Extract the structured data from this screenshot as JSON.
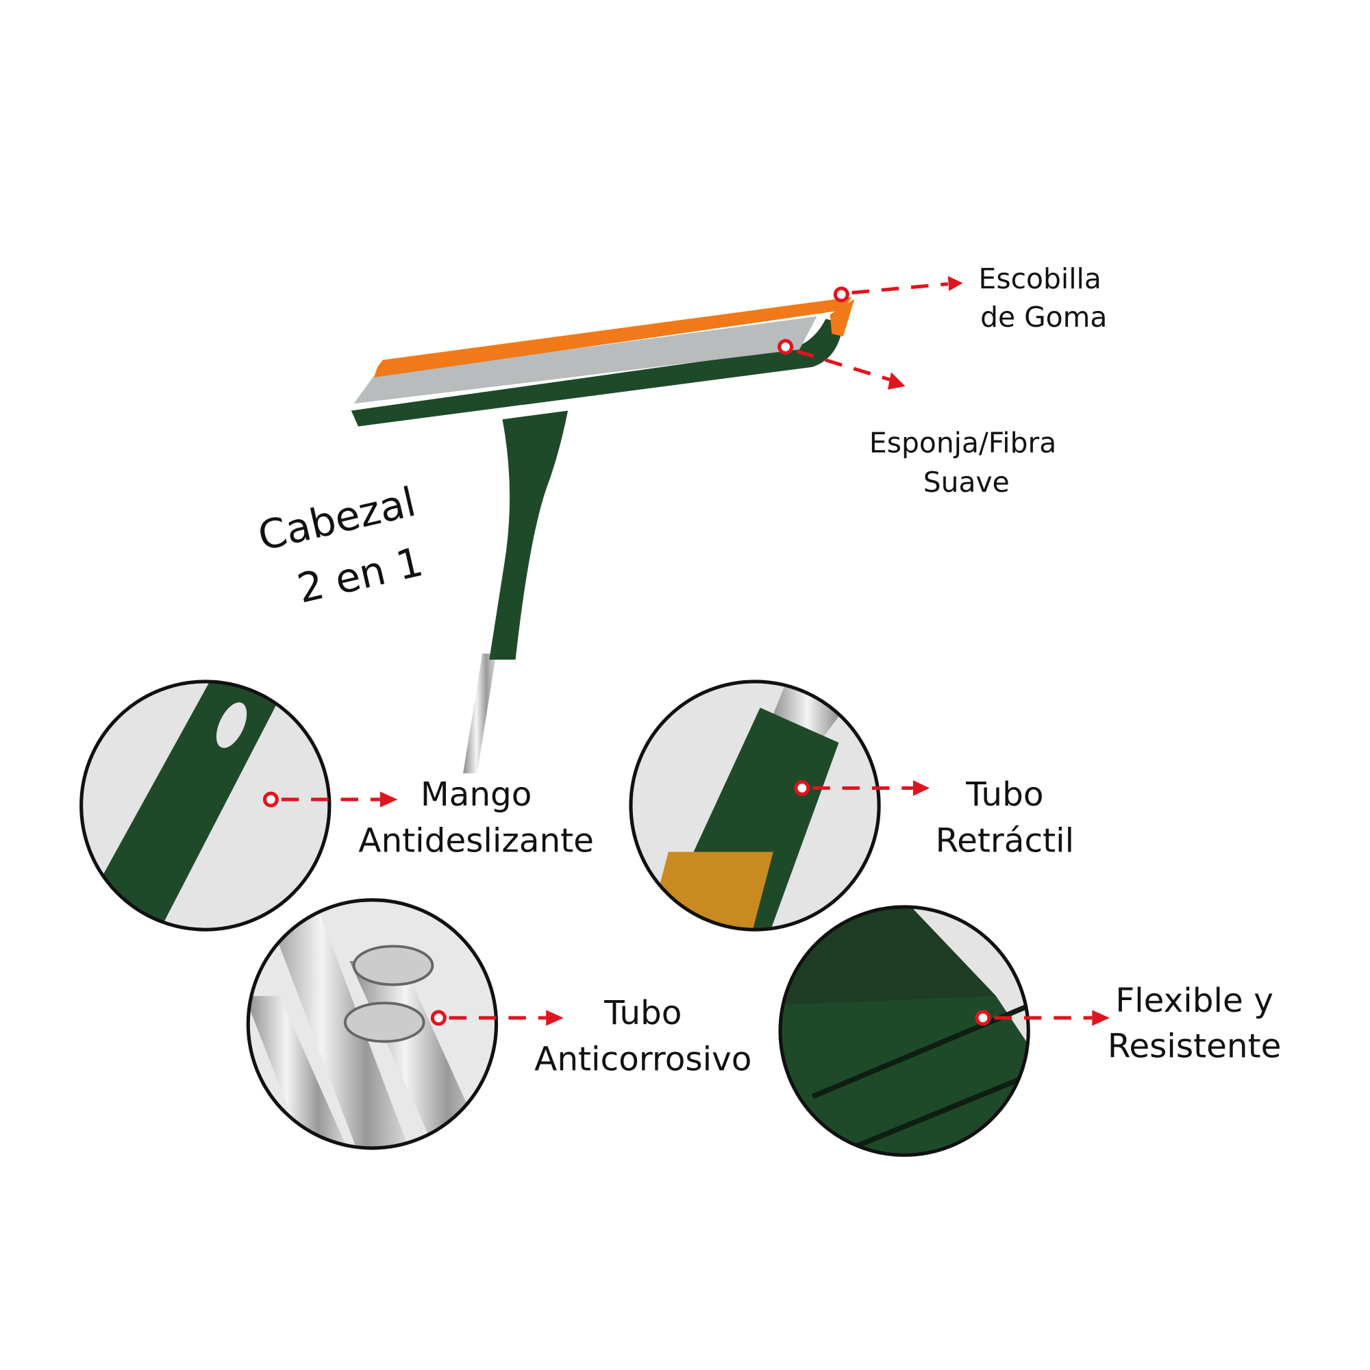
{
  "title": {
    "line1": "Cabezal",
    "line2": "2 en 1"
  },
  "callouts": {
    "escobilla": {
      "line1": "Escobilla",
      "line2": "de Goma"
    },
    "esponja": {
      "line1": "Esponja/Fibra",
      "line2": "Suave"
    },
    "mango": {
      "line1": "Mango",
      "line2": "Antideslizante"
    },
    "tubo_retractil": {
      "line1": "Tubo",
      "line2": "Retráctil"
    },
    "tubo_anticorrosivo": {
      "line1": "Tubo",
      "line2": "Anticorrosivo"
    },
    "flexible": {
      "line1": "Flexible y",
      "line2": "Resistente"
    }
  },
  "colors": {
    "green": "#1f4a2a",
    "orange": "#f07a1a",
    "red": "#e0141e",
    "sponge": "#b9bcbc",
    "steel": "#c9cccf"
  }
}
